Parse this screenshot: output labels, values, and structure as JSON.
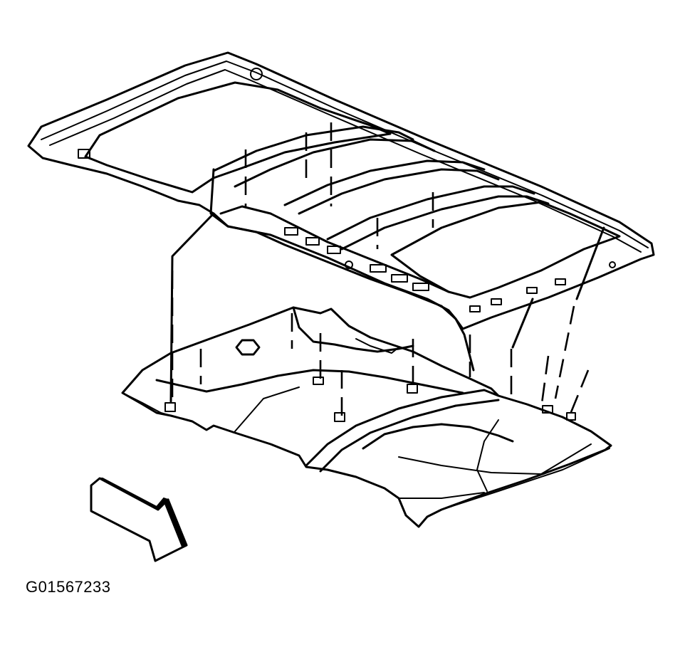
{
  "figure": {
    "code": "G01567233"
  },
  "colors": {
    "ink": "#000000",
    "background": "#ffffff"
  },
  "parts": {
    "upper": "roof-panel-frame",
    "lower": "headliner",
    "indicator": "front-direction-arrow-icon"
  }
}
